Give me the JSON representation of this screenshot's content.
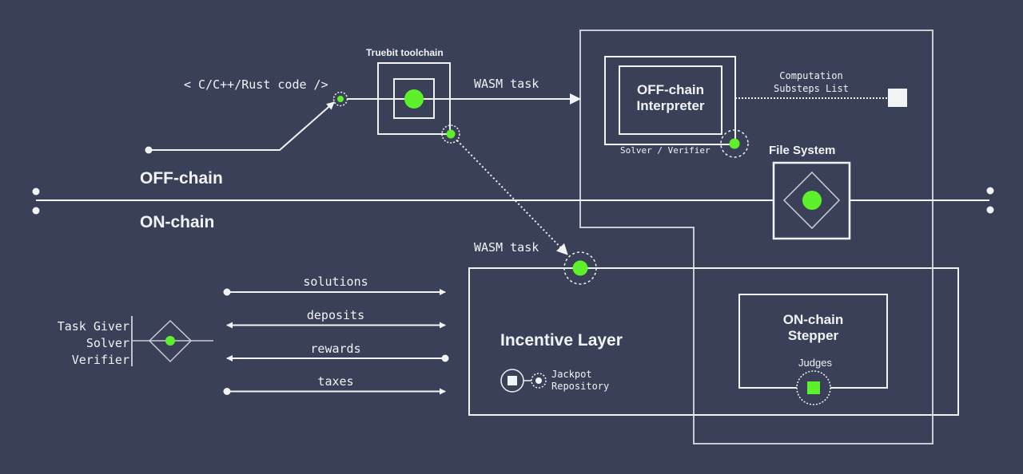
{
  "colors": {
    "background": "#3a4058",
    "line": "#f2f3f5",
    "muted_line": "#c9ccd4",
    "accent_green": "#5ef02a"
  },
  "layers": {
    "off_chain": "OFF-chain",
    "on_chain": "ON-chain"
  },
  "source": {
    "code_label": "< C/C++/Rust code />"
  },
  "toolchain": {
    "title": "Truebit toolchain",
    "output_label": "WASM task"
  },
  "interpreter": {
    "title_line1": "OFF-chain",
    "title_line2": "Interpreter",
    "role_label": "Solver / Verifier",
    "substeps_line1": "Computation",
    "substeps_line2": "Substeps List"
  },
  "file_system": {
    "title": "File System"
  },
  "onchain_task": {
    "label": "WASM task"
  },
  "participants": {
    "roles": [
      "Task Giver",
      "Solver",
      "Verifier"
    ]
  },
  "flows": [
    {
      "label": "solutions",
      "direction": "right"
    },
    {
      "label": "deposits",
      "direction": "both"
    },
    {
      "label": "rewards",
      "direction": "left"
    },
    {
      "label": "taxes",
      "direction": "right"
    }
  ],
  "incentive_layer": {
    "title": "Incentive Layer",
    "jackpot_line1": "Jackpot",
    "jackpot_line2": "Repository"
  },
  "stepper": {
    "title_line1": "ON-chain",
    "title_line2": "Stepper",
    "judges_label": "Judges"
  }
}
